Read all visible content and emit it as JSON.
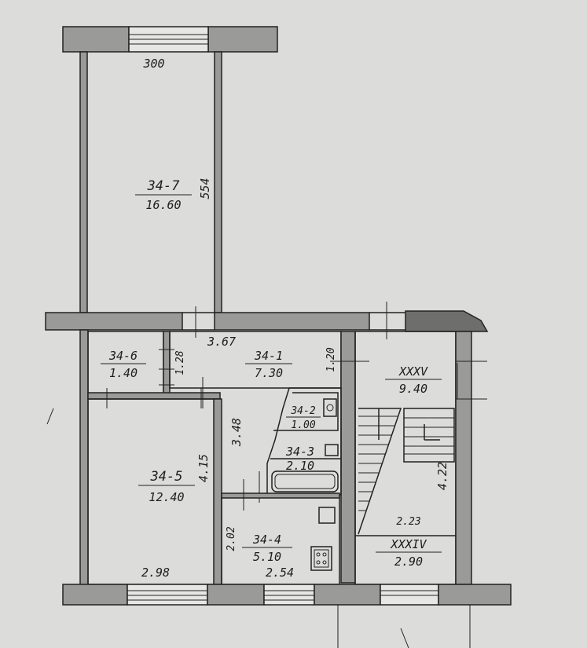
{
  "rooms": [
    {
      "id": "34-7",
      "area": "16.60"
    },
    {
      "id": "34-6",
      "area": "1.40"
    },
    {
      "id": "34-1",
      "area": "7.30"
    },
    {
      "id": "34-2",
      "area": "1.00"
    },
    {
      "id": "34-3",
      "area": "2.10"
    },
    {
      "id": "34-5",
      "area": "12.40"
    },
    {
      "id": "34-4",
      "area": "5.10"
    },
    {
      "id": "XXXV",
      "area": "9.40"
    },
    {
      "id": "XXXIV",
      "area": "2.90"
    }
  ],
  "dimensions": {
    "d300": "300",
    "d554": "554",
    "d367": "3.67",
    "d128": "1.28",
    "d120": "1.20",
    "d348": "3.48",
    "d415": "4.15",
    "d298": "2.98",
    "d202": "2.02",
    "d254": "2.54",
    "d422": "4.22",
    "d223": "2.23"
  }
}
